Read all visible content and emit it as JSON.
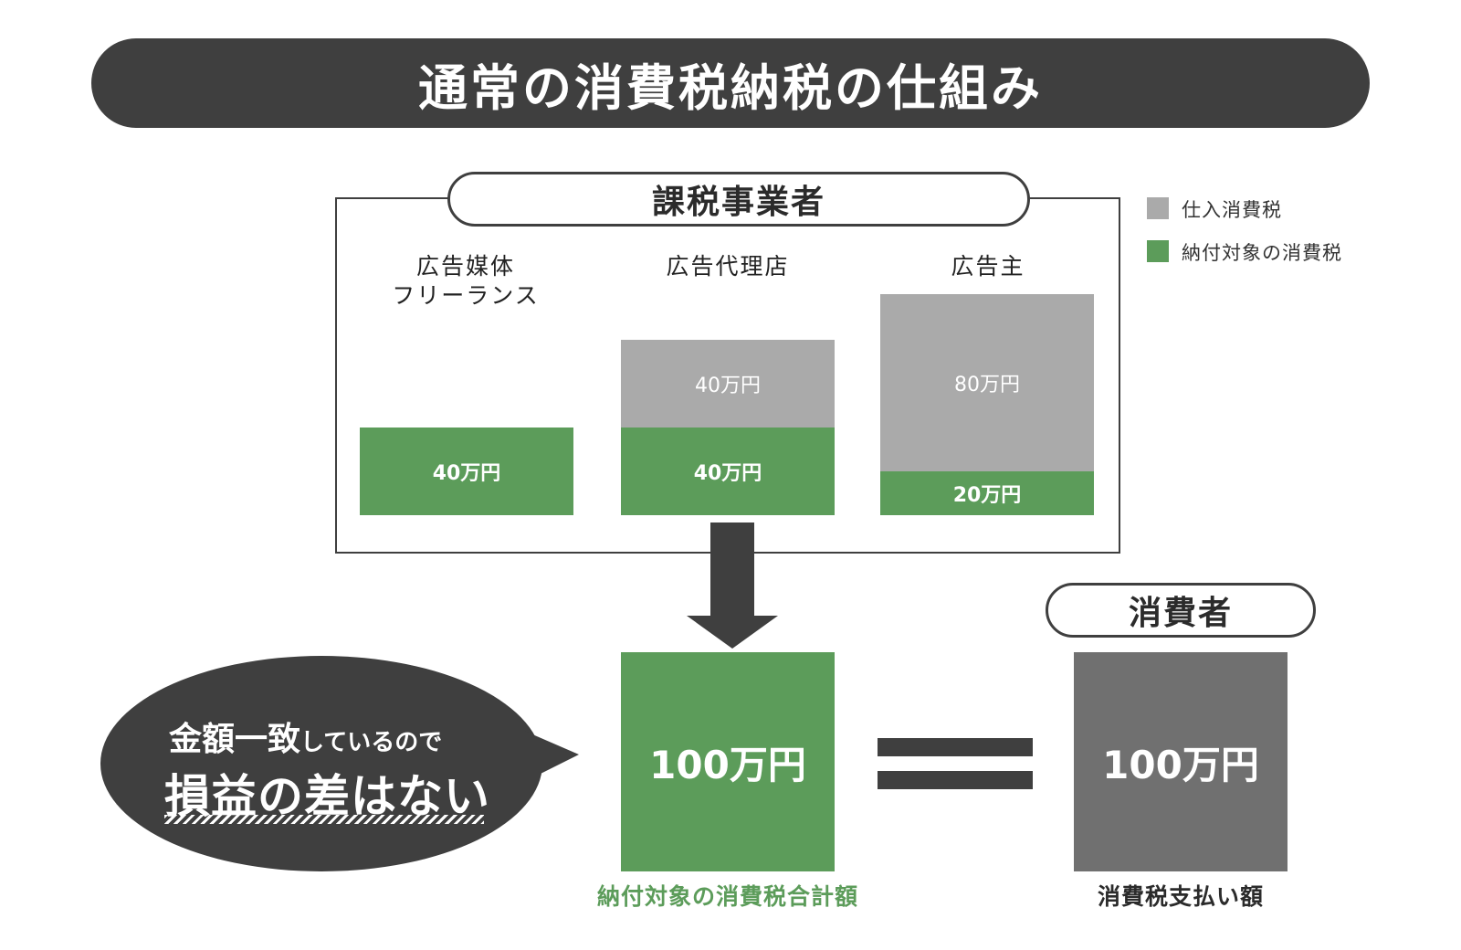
{
  "title": "通常の消費税納税の仕組み",
  "business": {
    "header": "課税事業者",
    "columns": [
      {
        "label_line1": "広告媒体",
        "label_line2": "フリーランス",
        "gray_label": "",
        "green_label": "40万円",
        "gray_value": 0,
        "green_value": 40
      },
      {
        "label_line1": "広告代理店",
        "label_line2": "",
        "gray_label": "40万円",
        "green_label": "40万円",
        "gray_value": 40,
        "green_value": 40
      },
      {
        "label_line1": "広告主",
        "label_line2": "",
        "gray_label": "80万円",
        "green_label": "20万円",
        "gray_value": 80,
        "green_value": 20
      }
    ]
  },
  "legend": [
    {
      "label": "仕入消費税",
      "color": "#aaaaaa"
    },
    {
      "label": "納付対象の消費税",
      "color": "#5c9c5a"
    }
  ],
  "arrow_icon": "down-arrow-icon",
  "total": {
    "amount": "100万円",
    "caption": "納付対象の消費税合計額",
    "color": "#5c9c5a"
  },
  "equals_icon": "equals-icon",
  "consumer": {
    "header": "消費者",
    "amount": "100万円",
    "caption": "消費税支払い額",
    "color": "#707070"
  },
  "bubble": {
    "line1_bold": "金額一致",
    "line1_rest": "しているので",
    "line2": "損益の差はない"
  },
  "colors": {
    "dark": "#3f3f3f",
    "green": "#5c9c5a",
    "gray": "#aaaaaa",
    "consumer_gray": "#707070"
  }
}
